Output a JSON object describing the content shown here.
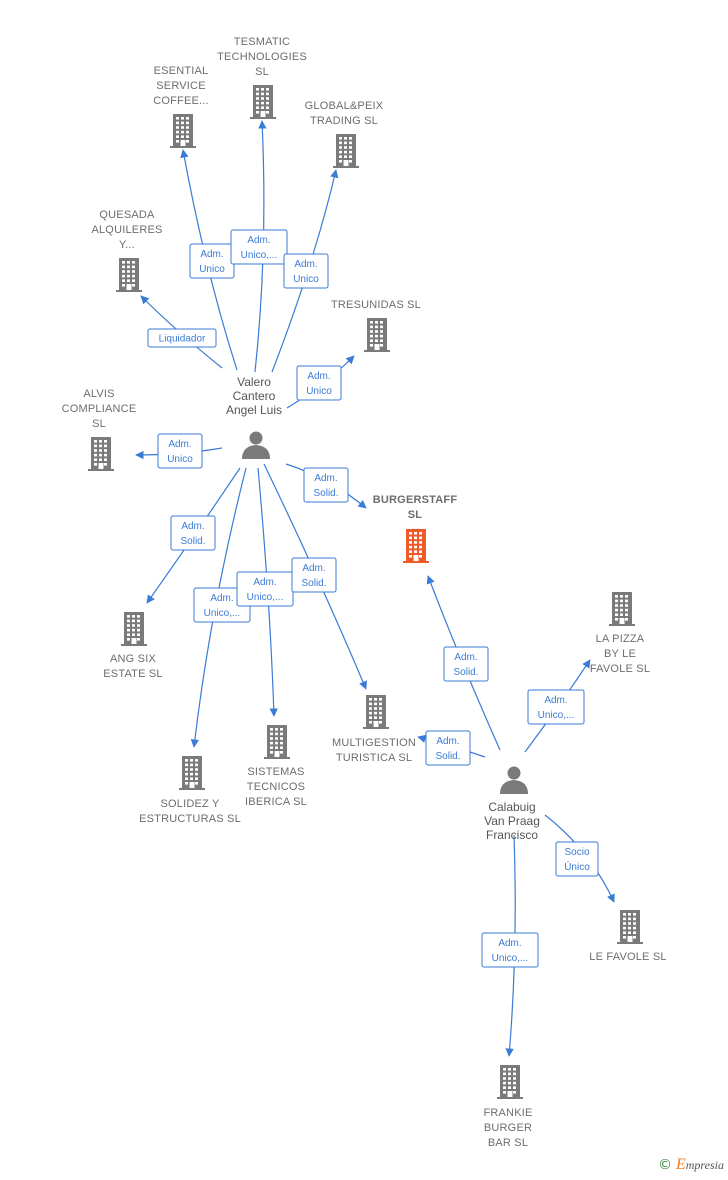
{
  "colors": {
    "edge": "#3a7bd5",
    "building": "#7a7a7a",
    "building_main": "#f05a28",
    "person": "#7a7a7a"
  },
  "footer": {
    "copyright": "©",
    "brand_first": "E",
    "brand_rest": "mpresia"
  },
  "persons": [
    {
      "id": "valero",
      "lines": [
        "Valero",
        "Cantero",
        "Angel Luis"
      ]
    },
    {
      "id": "calabuig",
      "lines": [
        "Calabuig",
        "Van Praag",
        "Francisco"
      ]
    }
  ],
  "companies": [
    {
      "id": "esential",
      "lines": [
        "ESENTIAL",
        "SERVICE",
        "COFFEE..."
      ]
    },
    {
      "id": "tesmatic",
      "lines": [
        "TESMATIC",
        "TECHNOLOGIES",
        "SL"
      ]
    },
    {
      "id": "globalpeix",
      "lines": [
        "GLOBAL&PEIX",
        "TRADING SL"
      ]
    },
    {
      "id": "quesada",
      "lines": [
        "QUESADA",
        "ALQUILERES",
        "Y..."
      ]
    },
    {
      "id": "tresunidas",
      "lines": [
        "TRESUNIDAS SL"
      ]
    },
    {
      "id": "alvis",
      "lines": [
        "ALVIS",
        "COMPLIANCE",
        "SL"
      ]
    },
    {
      "id": "burgerstaff",
      "lines": [
        "BURGERSTAFF",
        "SL"
      ],
      "main": true
    },
    {
      "id": "angsix",
      "lines": [
        "ANG SIX",
        "ESTATE  SL"
      ]
    },
    {
      "id": "lapizza",
      "lines": [
        "LA PIZZA",
        "BY LE",
        "FAVOLE  SL"
      ]
    },
    {
      "id": "multigestion",
      "lines": [
        "MULTIGESTION",
        "TURISTICA  SL"
      ]
    },
    {
      "id": "sistemas",
      "lines": [
        "SISTEMAS",
        "TECNICOS",
        "IBERICA  SL"
      ]
    },
    {
      "id": "solidez",
      "lines": [
        "SOLIDEZ Y",
        "ESTRUCTURAS SL"
      ]
    },
    {
      "id": "lefavole",
      "lines": [
        "LE FAVOLE  SL"
      ]
    },
    {
      "id": "frankie",
      "lines": [
        "FRANKIE",
        "BURGER",
        "BAR  SL"
      ]
    }
  ],
  "edges": [
    {
      "from": "valero",
      "to": "esential",
      "role": [
        "Adm.",
        "Unico"
      ]
    },
    {
      "from": "valero",
      "to": "tesmatic",
      "role": [
        "Adm.",
        "Unico,..."
      ]
    },
    {
      "from": "valero",
      "to": "globalpeix",
      "role": [
        "Adm.",
        "Unico"
      ]
    },
    {
      "from": "valero",
      "to": "quesada",
      "role": [
        "Liquidador"
      ]
    },
    {
      "from": "valero",
      "to": "tresunidas",
      "role": [
        "Adm.",
        "Unico"
      ]
    },
    {
      "from": "valero",
      "to": "alvis",
      "role": [
        "Adm.",
        "Unico"
      ]
    },
    {
      "from": "valero",
      "to": "burgerstaff",
      "role": [
        "Adm.",
        "Solid."
      ]
    },
    {
      "from": "valero",
      "to": "angsix",
      "role": [
        "Adm.",
        "Solid."
      ]
    },
    {
      "from": "valero",
      "to": "solidez",
      "role": [
        "Adm.",
        "Unico,..."
      ]
    },
    {
      "from": "valero",
      "to": "sistemas",
      "role": [
        "Adm.",
        "Unico,..."
      ]
    },
    {
      "from": "valero",
      "to": "multigestion",
      "role": [
        "Adm.",
        "Solid."
      ]
    },
    {
      "from": "calabuig",
      "to": "burgerstaff",
      "role": [
        "Adm.",
        "Solid."
      ]
    },
    {
      "from": "calabuig",
      "to": "lapizza",
      "role": [
        "Adm.",
        "Unico,..."
      ]
    },
    {
      "from": "calabuig",
      "to": "multigestion",
      "role": [
        "Adm.",
        "Solid."
      ]
    },
    {
      "from": "calabuig",
      "to": "lefavole",
      "role": [
        "Socio",
        "Único"
      ]
    },
    {
      "from": "calabuig",
      "to": "frankie",
      "role": [
        "Adm.",
        "Unico,..."
      ]
    }
  ]
}
